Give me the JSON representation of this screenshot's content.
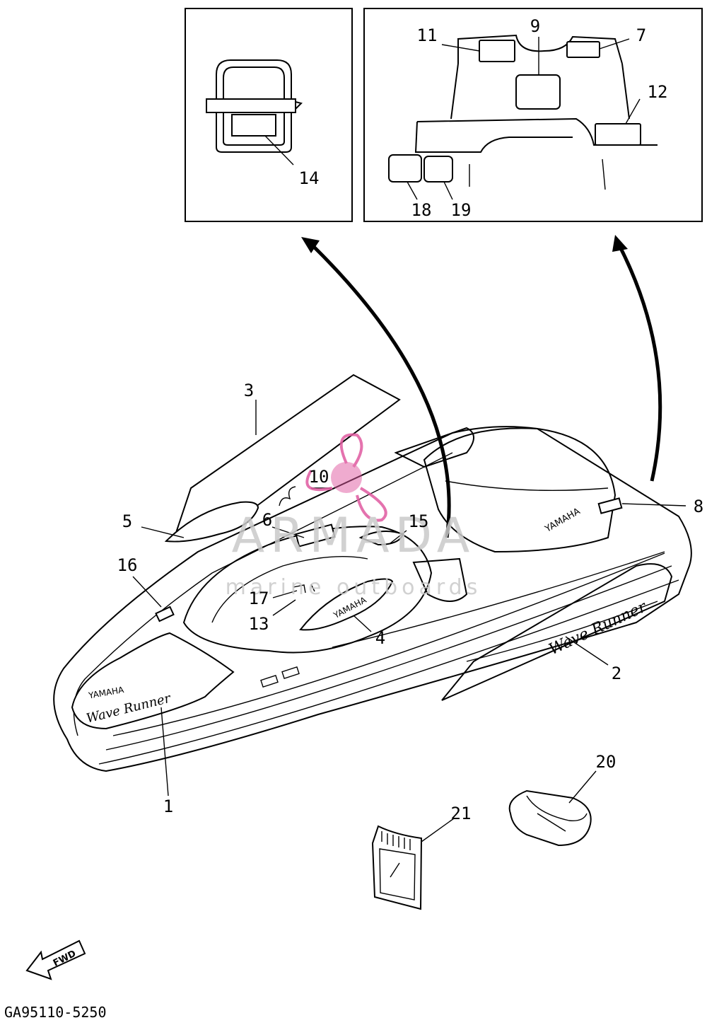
{
  "callouts": {
    "c1": "1",
    "c2": "2",
    "c3": "3",
    "c4": "4",
    "c5": "5",
    "c6": "6",
    "c7": "7",
    "c8": "8",
    "c9": "9",
    "c10": "10",
    "c11": "11",
    "c12": "12",
    "c13": "13",
    "c14": "14",
    "c15": "15",
    "c16": "16",
    "c17": "17",
    "c18": "18",
    "c19": "19",
    "c20": "20",
    "c21": "21"
  },
  "watermark": {
    "brand": "ARMADA",
    "tagline": "marine outboards"
  },
  "hull_brand": "YAMAHA",
  "decal_text": {
    "left_yamaha": "YAMAHA",
    "left_model": "Wave Runner",
    "seat_yamaha": "YAMAHA",
    "side_model": "Wave Runner"
  },
  "fwd_label": "FWD",
  "diagram_code": "GA95110-5250",
  "colors": {
    "line": "#000000",
    "watermark_pink": "#e05aa0",
    "watermark_gray": "#c9c9c9"
  }
}
